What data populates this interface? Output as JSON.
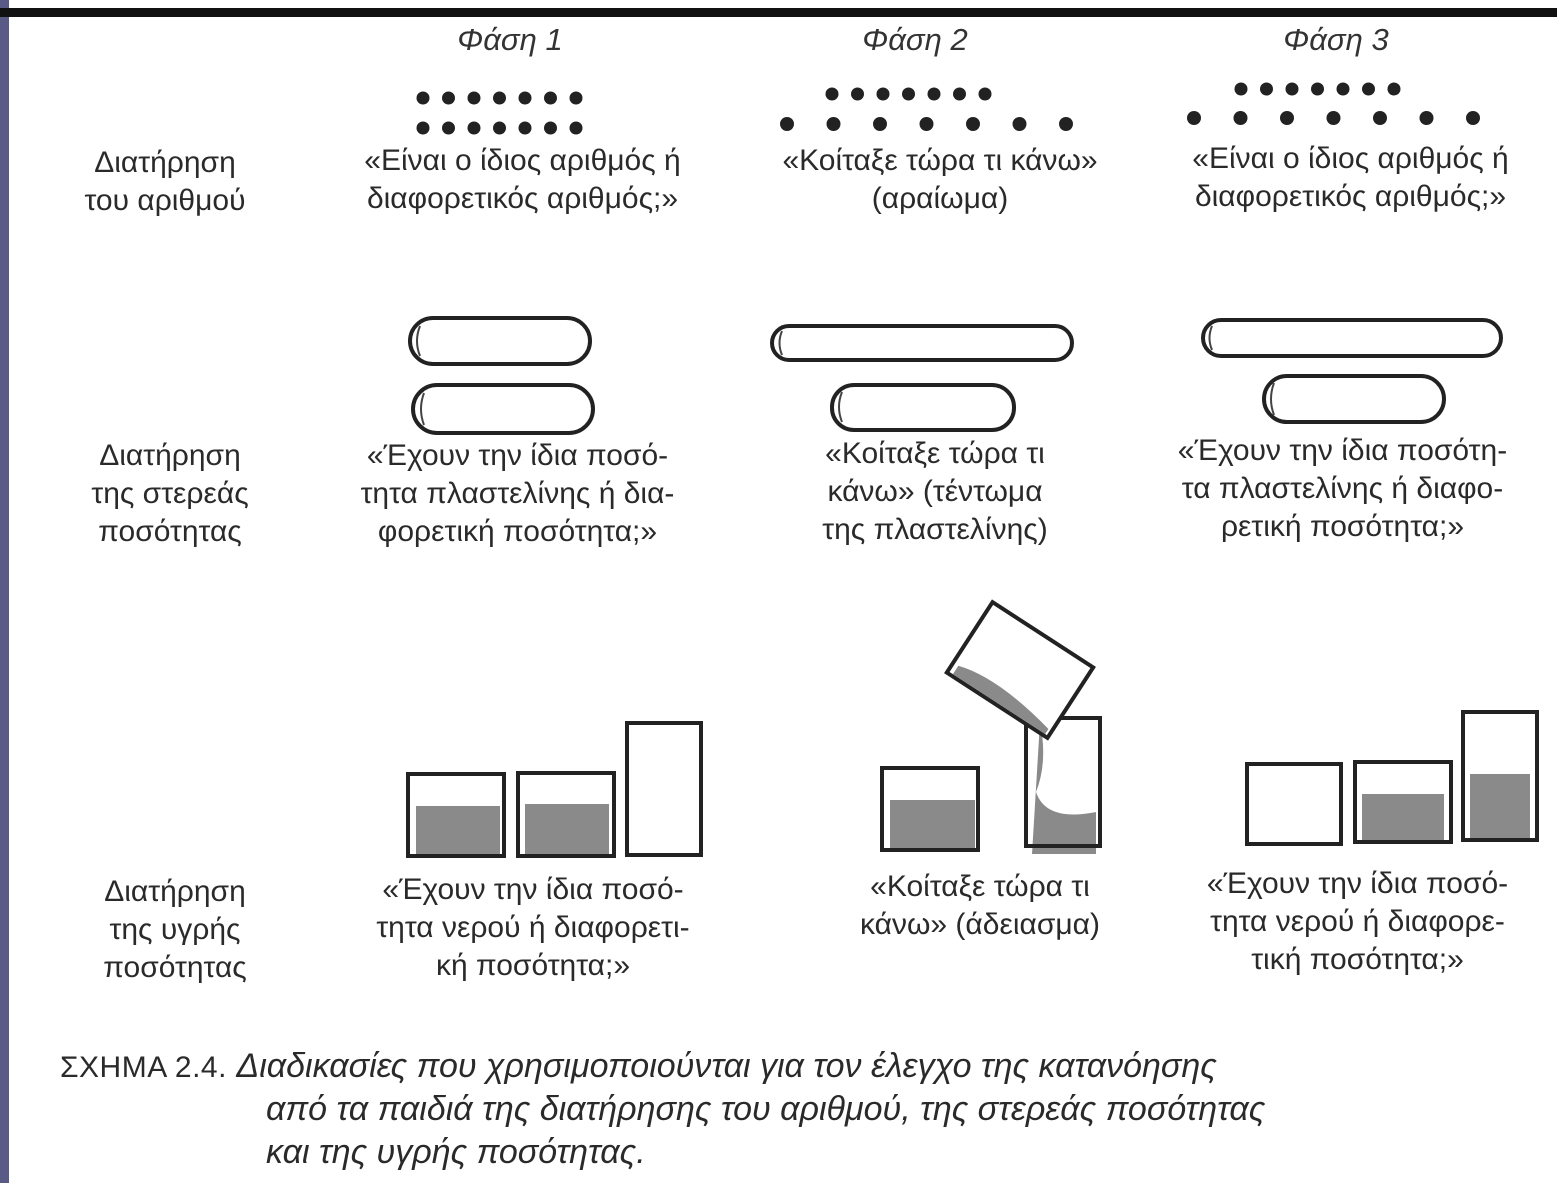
{
  "phases": [
    "Φάση 1",
    "Φάση 2",
    "Φάση 3"
  ],
  "rows": {
    "number": {
      "label": [
        "Διατήρηση",
        "του αριθμού"
      ],
      "q1": [
        "«Είναι ο ίδιος αριθμός ή",
        "διαφορετικός αριθμός;»"
      ],
      "q2": [
        "«Κοίταξε τώρα τι κάνω»",
        "(αραίωμα)"
      ],
      "q3": [
        "«Είναι ο ίδιος αριθμός ή",
        "διαφορετικός αριθμός;»"
      ]
    },
    "solid": {
      "label": [
        "Διατήρηση",
        "της στερεάς",
        "ποσότητας"
      ],
      "q1": [
        "«Έχουν την ίδια ποσό-",
        "τητα πλαστελίνης ή δια-",
        "φορετική ποσότητα;»"
      ],
      "q2": [
        "«Κοίταξε τώρα τι",
        "κάνω» (τέντωμα",
        "της πλαστελίνης)"
      ],
      "q3": [
        "«Έχουν την ίδια ποσότη-",
        "τα πλαστελίνης ή διαφο-",
        "ρετική ποσότητα;»"
      ]
    },
    "liquid": {
      "label": [
        "Διατήρηση",
        "της υγρής",
        "ποσότητας"
      ],
      "q1": [
        "«Έχουν την ίδια ποσό-",
        "τητα νερού ή διαφορετι-",
        "κή ποσότητα;»"
      ],
      "q2": [
        "«Κοίταξε τώρα τι",
        "κάνω» (άδειασμα)"
      ],
      "q3": [
        "«Έχουν την ίδια ποσό-",
        "τητα νερού ή διαφορε-",
        "τική ποσότητα;»"
      ]
    }
  },
  "caption": {
    "label": "ΣΧΗΜΑ 2.4.",
    "line1": "Διαδικασίες που χρησιμοποιούνται για τον έλεγχο της κατανόησης",
    "line2": "από τα παιδιά της διατήρησης του αριθμού, της στερεάς ποσότητας",
    "line3": "και της υγρής ποσότητας."
  },
  "colors": {
    "ink": "#1e1e1e",
    "liquid": "#8a8a8a",
    "frame": "#5a5a86"
  }
}
